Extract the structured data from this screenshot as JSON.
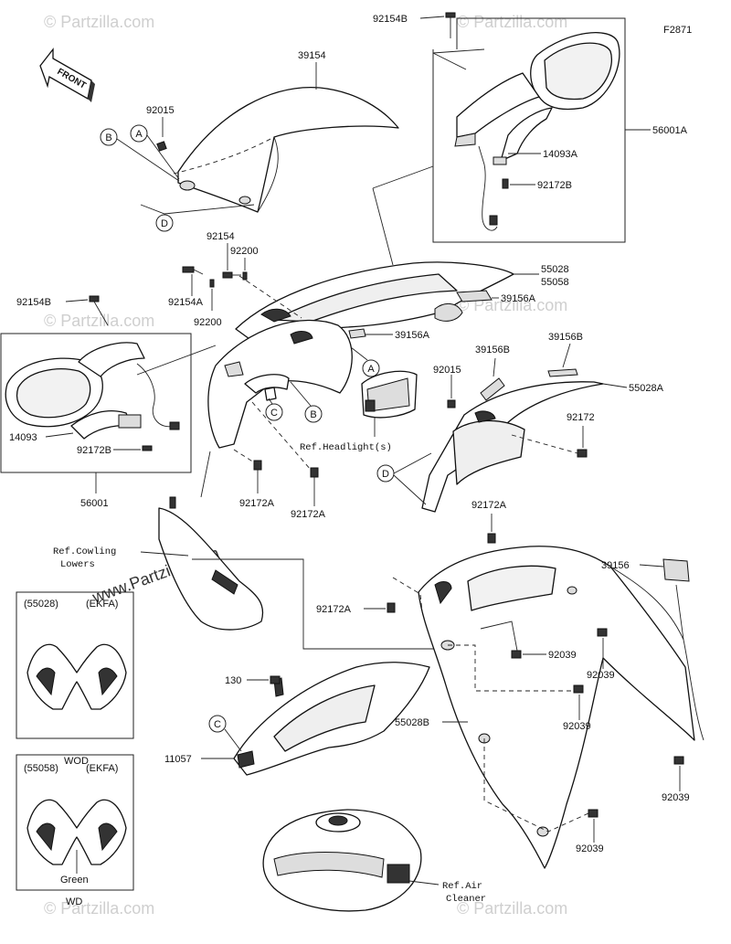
{
  "figure_id": "F2871",
  "front_label": "FRONT",
  "watermark": "© Partzilla.com",
  "watermark_prominent": "www.Partzilla.com",
  "parts": {
    "p39154": "39154",
    "p92015_top": "92015",
    "p92154B_top": "92154B",
    "p56001A": "56001A",
    "p14093A": "14093A",
    "p92172B_right": "92172B",
    "p92154": "92154",
    "p92200_top": "92200",
    "p92154A": "92154A",
    "p92200_bot": "92200",
    "p55028": "55028",
    "p55058": "55058",
    "p39156A_1": "39156A",
    "p39156A_2": "39156A",
    "p92154B_left": "92154B",
    "p14093": "14093",
    "p92172B_left": "92172B",
    "p56001": "56001",
    "p92172A_1": "92172A",
    "p92172A_2": "92172A",
    "p92015_mid": "92015",
    "p39156B_1": "39156B",
    "p39156B_2": "39156B",
    "p55028A": "55028A",
    "p92172": "92172",
    "p92172A_3": "92172A",
    "p92172A_4": "92172A",
    "p39156": "39156",
    "p92039_1": "92039",
    "p92039_2": "92039",
    "p92039_3": "92039",
    "p92039_4": "92039",
    "p92039_5": "92039",
    "p130": "130",
    "p11057": "11057",
    "p55028B": "55028B"
  },
  "refs": {
    "headlight": "Ref.Headlight(s)",
    "cowling_1": "Ref.Cowling",
    "cowling_2": "Lowers",
    "air_cleaner_1": "Ref.Air",
    "air_cleaner_2": "Cleaner"
  },
  "callouts": {
    "A": "A",
    "B": "B",
    "C": "C",
    "D": "D"
  },
  "variants": {
    "wod_code": "(55028)",
    "wod_color_code": "(EKFA)",
    "wod_label": "WOD",
    "wd_code": "(55058)",
    "wd_color_code": "(EKFA)",
    "wd_color": "Green",
    "wd_label": "WD"
  }
}
